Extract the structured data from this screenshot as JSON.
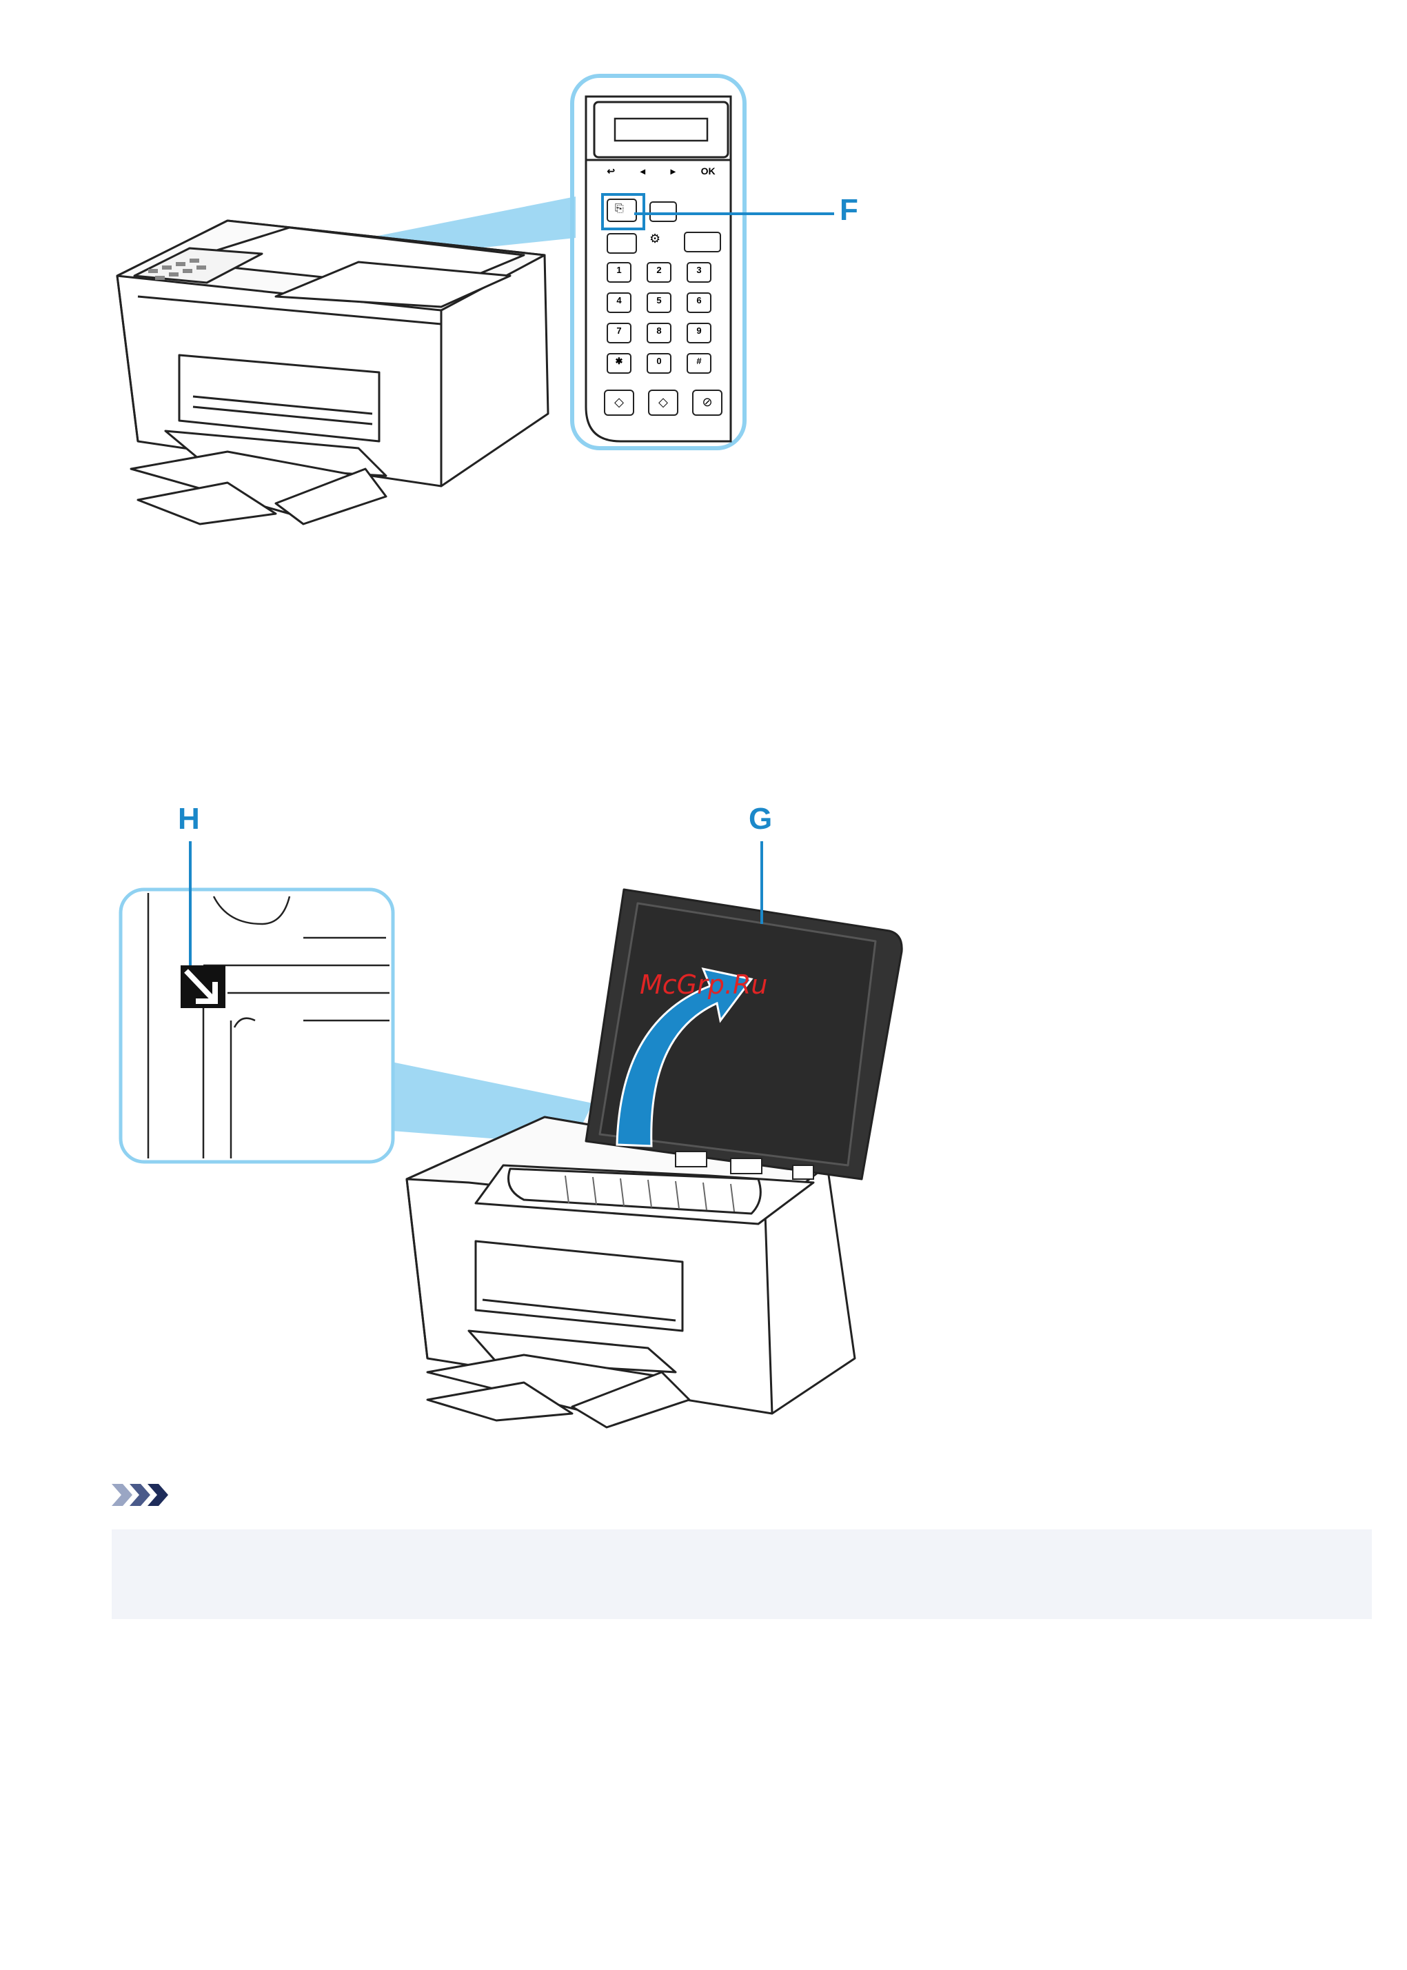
{
  "figure1": {
    "callout_f": "F",
    "panel": {
      "nav_keys": [
        "↩",
        "◂",
        "▸",
        "OK"
      ],
      "keypad": [
        "1",
        "2",
        "3",
        "4",
        "5",
        "6",
        "7",
        "8",
        "9",
        "✱",
        "0",
        "#"
      ]
    }
  },
  "figure2": {
    "callout_h": "H",
    "callout_g": "G"
  },
  "watermark": "McGrp.Ru",
  "note": {
    "icon": "note-chevrons-icon",
    "text": ""
  },
  "colors": {
    "callout": "#1b88c9",
    "highlight": "#8fd1f1",
    "line": "#222222",
    "note_bg": "#f2f4f9",
    "watermark": "#e02424"
  }
}
